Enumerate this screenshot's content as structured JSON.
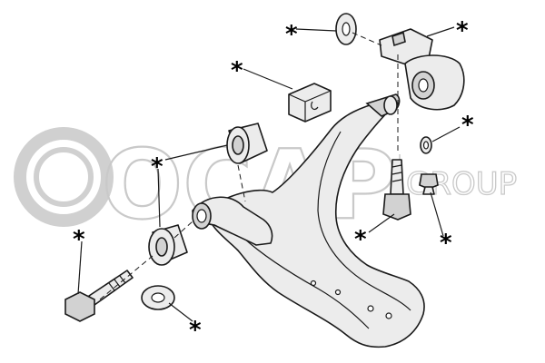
{
  "watermark": {
    "brand": "OCAP",
    "suffix": "GROUP",
    "color": "#c9c9c9"
  },
  "callout_symbol": "*",
  "callouts": [
    {
      "id": "washer-top"
    },
    {
      "id": "rear-bushing"
    },
    {
      "id": "bump-stop"
    },
    {
      "id": "front-bushing-upper"
    },
    {
      "id": "front-bushing-lower"
    },
    {
      "id": "small-washer"
    },
    {
      "id": "long-bolt"
    },
    {
      "id": "rear-bolt"
    },
    {
      "id": "short-bolt"
    },
    {
      "id": "large-washer"
    }
  ],
  "colors": {
    "line": "#1a1a1a",
    "part_fill": "#ececec",
    "shade": "#d2d2d2"
  }
}
